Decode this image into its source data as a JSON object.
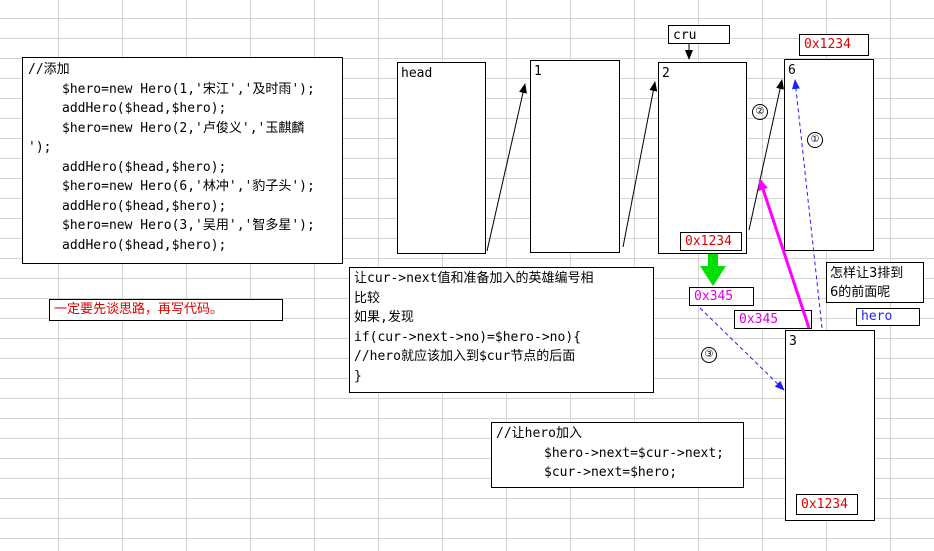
{
  "code_box": {
    "lines": [
      "//添加",
      "$hero=new Hero(1,'宋江','及时雨');",
      "addHero($head,$hero);",
      "$hero=new Hero(2,'卢俊义','玉麒麟",
      "');",
      "addHero($head,$hero);",
      "$hero=new Hero(6,'林冲','豹子头');",
      "addHero($head,$hero);",
      "$hero=new Hero(3,'吴用','智多星');",
      "addHero($head,$hero);"
    ]
  },
  "note_red": "一定要先谈思路，再写代码。",
  "nodes": {
    "head": "head",
    "n1": "1",
    "n2": "2",
    "n6": "6",
    "n3": "3"
  },
  "labels": {
    "cur": "cru",
    "addr_6": "0x1234",
    "addr_2_next": "0x1234",
    "addr_3_next": "0x1234",
    "addr_3_green": "0x345",
    "addr_3_magenta": "0x345",
    "hero": "hero",
    "question": [
      "怎样让3排到",
      "6的前面呢"
    ],
    "step1": "①",
    "step2": "②",
    "step3": "③"
  },
  "explain_box": {
    "lines": [
      "让cur->next值和准备加入的英雄编号相",
      "比较",
      "如果,发现",
      "if(cur->next->no)=$hero->no){",
      "//hero就应该加入到$cur节点的后面",
      "}"
    ]
  },
  "insert_box": {
    "lines": [
      "//让hero加入",
      "$hero->next=$cur->next;",
      "$cur->next=$hero;"
    ]
  },
  "colors": {
    "red": "#e00000",
    "magenta": "#ff00ff",
    "blue": "#2020ff",
    "green": "#00e000"
  }
}
